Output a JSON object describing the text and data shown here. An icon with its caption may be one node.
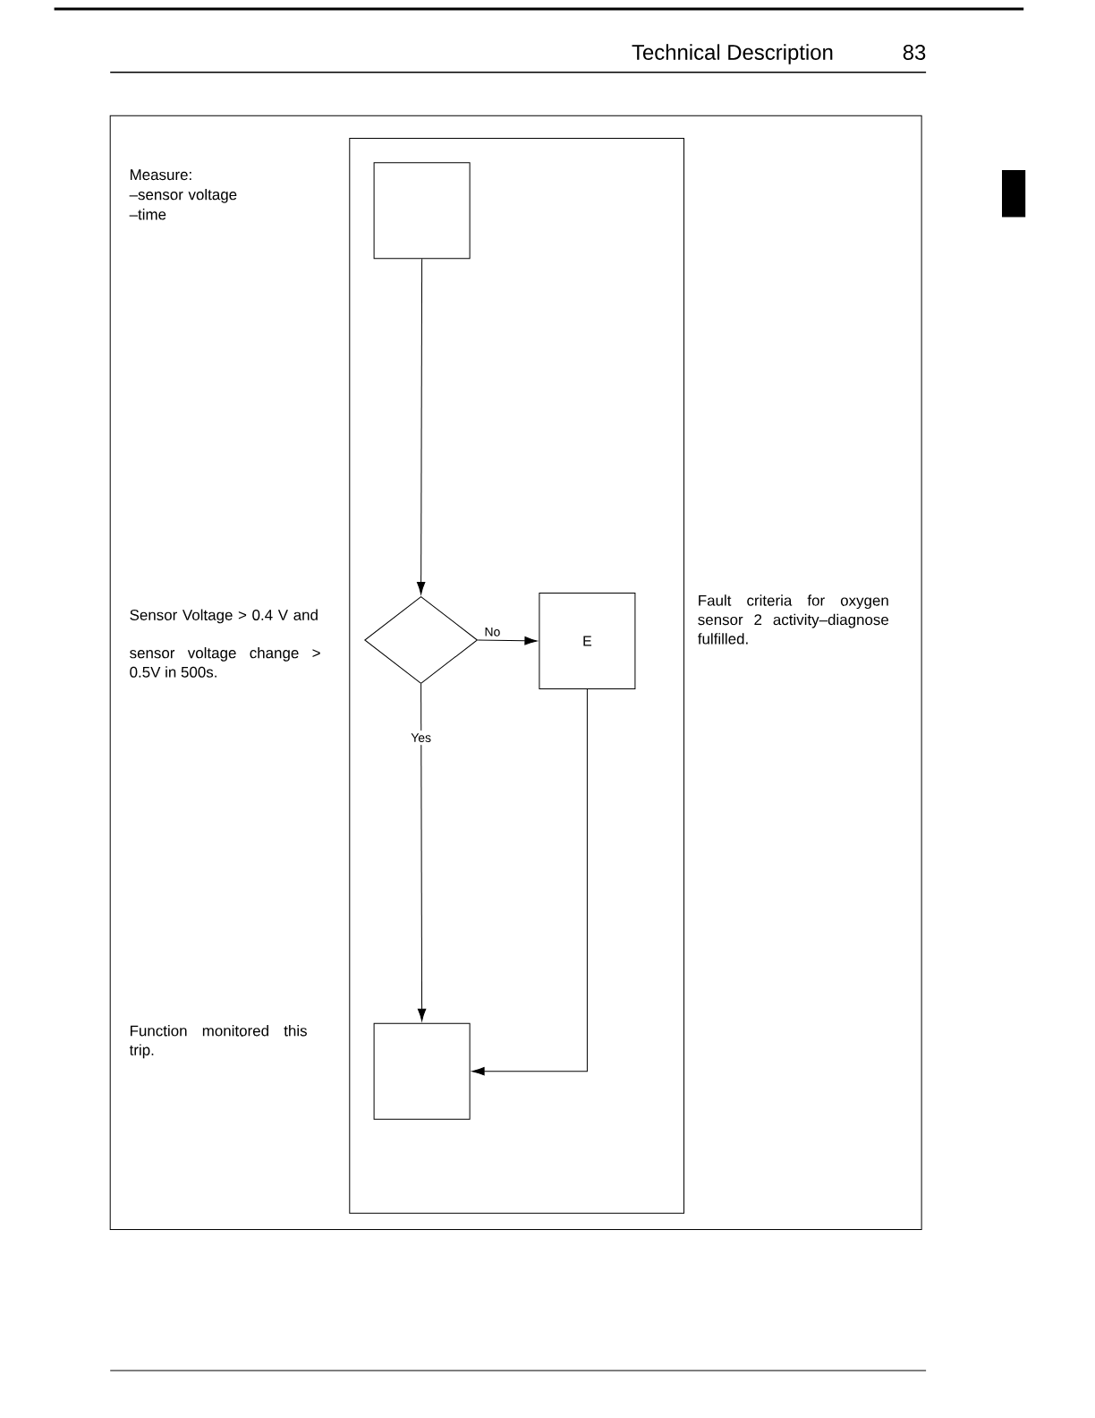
{
  "diagram": {
    "title": "Technical Description",
    "nodes": [
      {
        "text": [],
        "shape": "box"
      },
      {
        "text": [],
        "shape": "diamond"
      },
      {
        "text": [
          "E"
        ]
      },
      {
        "text": [],
        "shape": "box"
      }
    ],
    "edges": [
      {
        "from": 0,
        "to": 1,
        "arrow": "to"
      },
      {
        "from": 1,
        "to": 2,
        "arrow": "to",
        "label": "No"
      },
      {
        "from": 1,
        "to": 3,
        "arrow": "to",
        "label": "Yes"
      },
      {
        "from": 2,
        "to": 3,
        "arrow": "to"
      }
    ],
    "labels": [
      "83",
      "Measure:",
      "–sensor voltage",
      "–time",
      "Sensor Voltage > 0.4 V and",
      "sensor voltage change > 0.5V in 500s.",
      "Fault criteria for oxygen sensor 2 activity–diagnose fulfilled.",
      "Function monitored this trip."
    ]
  }
}
